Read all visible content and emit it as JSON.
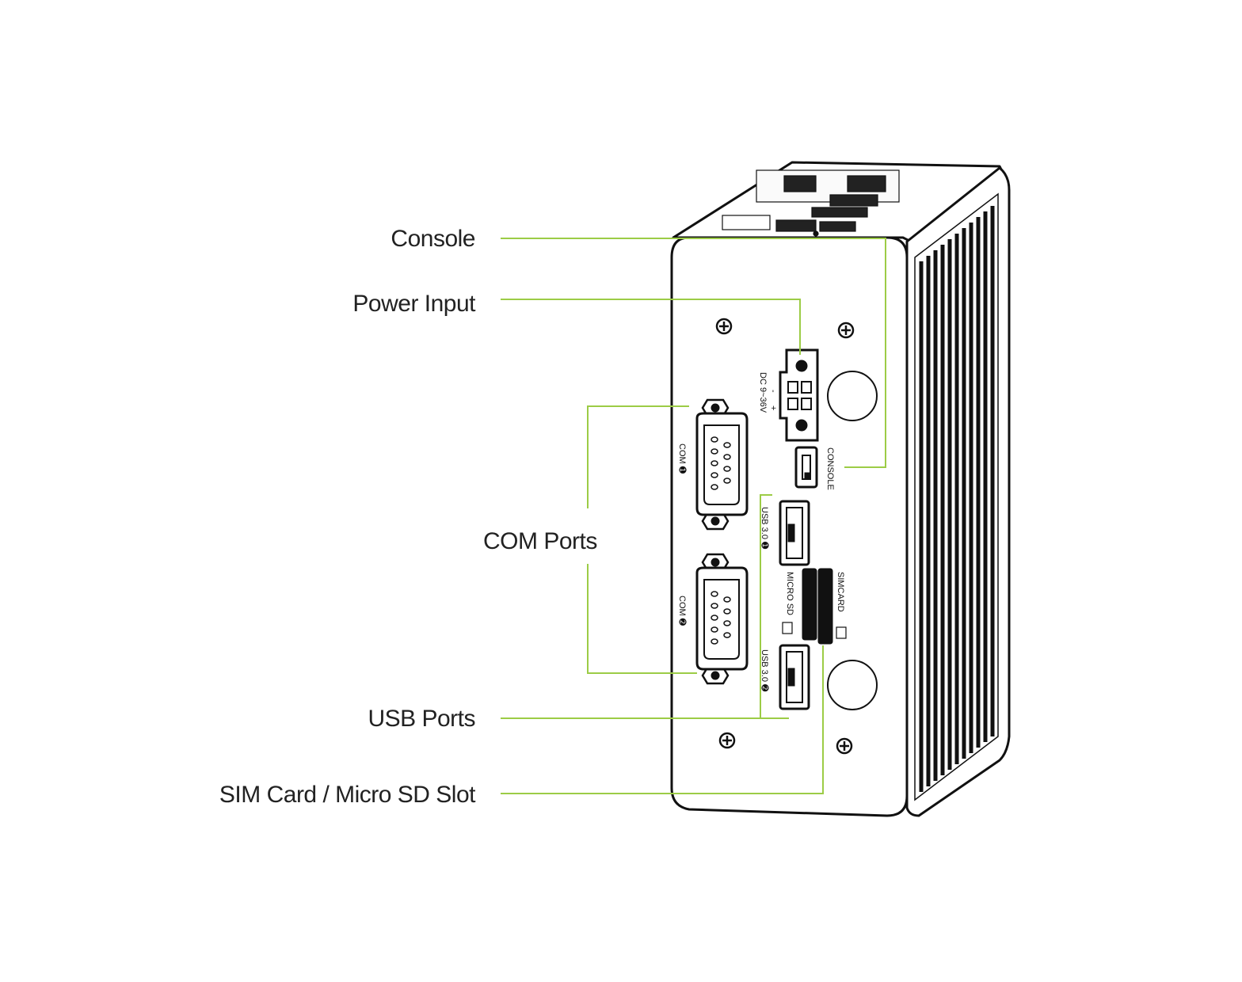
{
  "accent_color": "#9ccc46",
  "outline_color": "#111111",
  "callouts": {
    "console": "Console",
    "power_input": "Power Input",
    "com_ports": "COM Ports",
    "usb_ports": "USB Ports",
    "sim_sd_slot": "SIM Card / Micro SD Slot"
  },
  "panel_labels": {
    "dc_input": "DC 9~36V",
    "polarity_minus": "-",
    "polarity_plus": "+",
    "console": "CONSOLE",
    "com1": "COM ➊",
    "com2": "COM ➋",
    "usb1": "USB 3.0 ➊",
    "usb2": "USB 3.0 ➋",
    "micro_sd": "MICRO SD",
    "simcard": "SIMCARD"
  }
}
